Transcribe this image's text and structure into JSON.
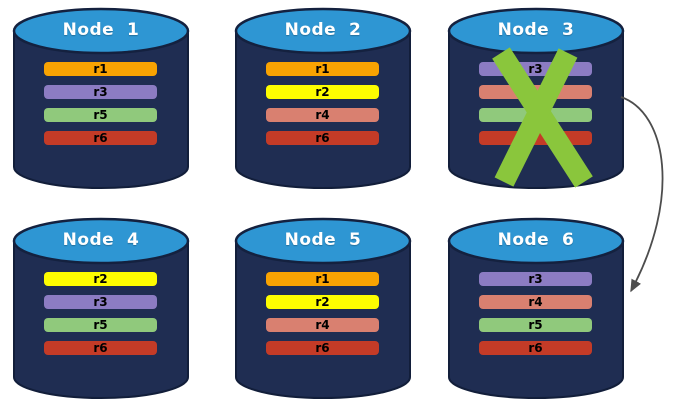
{
  "colors": {
    "cylinder_top": "#2E96D3",
    "cylinder_top_outline": "#14213F",
    "cylinder_body": "#1F2D52",
    "cylinder_body_outline": "#121E3A",
    "failed_x": "#8AC63C",
    "arrow": "#4D4D4D",
    "node_title_text": "#FFFFFF",
    "replica_label_text": "#000000",
    "background": "#FFFFFF"
  },
  "replica_palette": {
    "r1": "#F9A302",
    "r2": "#FDFD00",
    "r3": "#8C7CC3",
    "r4": "#D98070",
    "r5": "#90C97C",
    "r6": "#C43B27"
  },
  "nodes": [
    {
      "title": "Node  1",
      "failed": false,
      "replicas": [
        {
          "label": "r1",
          "color": "#F9A302"
        },
        {
          "label": "r3",
          "color": "#8C7CC3"
        },
        {
          "label": "r5",
          "color": "#90C97C"
        },
        {
          "label": "r6",
          "color": "#C43B27"
        }
      ]
    },
    {
      "title": "Node  2",
      "failed": false,
      "replicas": [
        {
          "label": "r1",
          "color": "#F9A302"
        },
        {
          "label": "r2",
          "color": "#FDFD00"
        },
        {
          "label": "r4",
          "color": "#D98070"
        },
        {
          "label": "r6",
          "color": "#C43B27"
        }
      ]
    },
    {
      "title": "Node  3",
      "failed": true,
      "replicas": [
        {
          "label": "r3",
          "color": "#8C7CC3"
        },
        {
          "label": "",
          "color": "#D98070"
        },
        {
          "label": "",
          "color": "#90C97C"
        },
        {
          "label": "",
          "color": "#C43B27"
        }
      ]
    },
    {
      "title": "Node  4",
      "failed": false,
      "replicas": [
        {
          "label": "r2",
          "color": "#FDFD00"
        },
        {
          "label": "r3",
          "color": "#8C7CC3"
        },
        {
          "label": "r5",
          "color": "#90C97C"
        },
        {
          "label": "r6",
          "color": "#C43B27"
        }
      ]
    },
    {
      "title": "Node  5",
      "failed": false,
      "replicas": [
        {
          "label": "r1",
          "color": "#F9A302"
        },
        {
          "label": "r2",
          "color": "#FDFD00"
        },
        {
          "label": "r4",
          "color": "#D98070"
        },
        {
          "label": "r6",
          "color": "#C43B27"
        }
      ]
    },
    {
      "title": "Node  6",
      "failed": false,
      "replicas": [
        {
          "label": "r3",
          "color": "#8C7CC3"
        },
        {
          "label": "r4",
          "color": "#D98070"
        },
        {
          "label": "r5",
          "color": "#90C97C"
        },
        {
          "label": "r6",
          "color": "#C43B27"
        }
      ]
    }
  ],
  "failure_marker": {
    "on_node": "Node 3",
    "shape": "x-cross",
    "color": "#8AC63C"
  },
  "recovery_arrow": {
    "from_node": "Node 3",
    "to_node": "Node 6",
    "color": "#4D4D4D"
  }
}
